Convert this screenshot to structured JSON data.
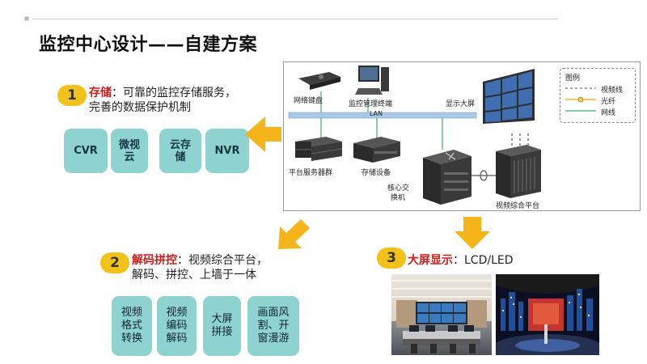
{
  "title": "监控中心设计——自建方案",
  "section1": {
    "number": "1",
    "highlight": "存储",
    "text_line1": "：可靠的监控存储服务，",
    "text_line2": "完善的数据保护机制",
    "boxes": [
      "CVR",
      "微视\n云",
      "云存\n储",
      "NVR"
    ]
  },
  "section2": {
    "number": "2",
    "highlight": "解码拼控",
    "text_line1": "：视频综合平台，",
    "text_line2": "解码、拼控、上墙于一体",
    "boxes": [
      "视频\n格式\n转换",
      "视频\n编码\n解码",
      "大屏\n拼接",
      "画面风\n割、开\n窗漫游"
    ]
  },
  "section3": {
    "number": "3",
    "highlight": "大屏显示",
    "text": "：LCD/LED"
  },
  "diagram": {
    "labels": {
      "keyboard": "网络键盘",
      "terminal": "监控管理终端",
      "screen": "显示大屏",
      "lan": "LAN",
      "servers": "平台服务器群",
      "storage": "存储设备",
      "switch_line1": "核心交",
      "switch_line2": "换机",
      "platform": "视频综合平台"
    },
    "legend": {
      "title": "图例",
      "items": [
        "视频线",
        "光纤",
        "网线"
      ]
    }
  },
  "colors": {
    "badge": "#f2c21b",
    "arrow": "#f5b51a",
    "box": "#8ed3d0",
    "highlight": "#d21a1a",
    "lan": "#a9c8e8",
    "netline": "#3bb25a"
  }
}
